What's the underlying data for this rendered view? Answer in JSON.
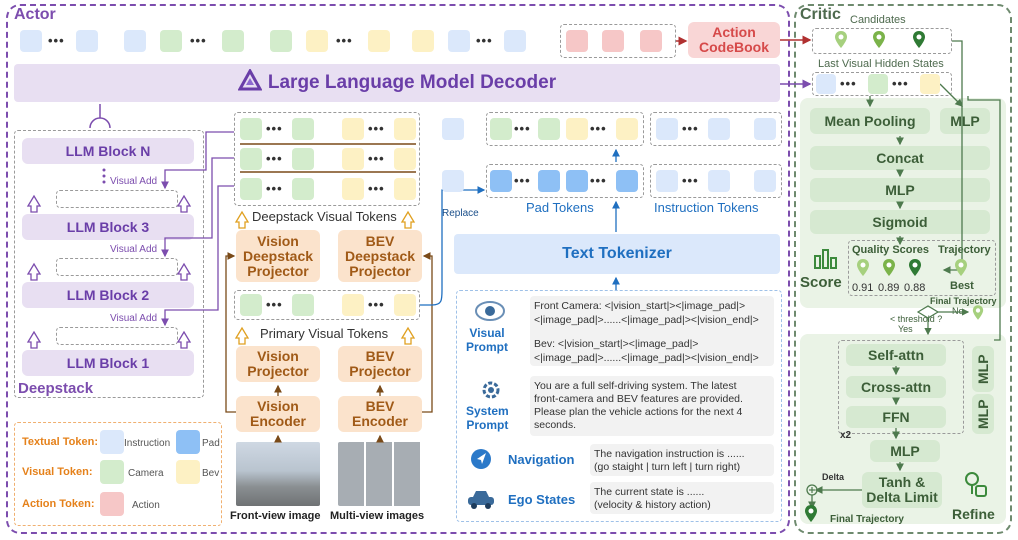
{
  "actor": {
    "title": "Actor",
    "llm_decoder": "Large Language Model Decoder",
    "action_codebook": "Action\nCodeBook"
  },
  "deepstack": {
    "title": "Deepstack",
    "blocks": [
      "LLM Block N",
      "LLM Block 3",
      "LLM Block 2",
      "LLM Block 1"
    ],
    "visual_add": "Visual Add"
  },
  "tokens": {
    "deepstack_visual": "Deepstack Visual Tokens",
    "primary_visual": "Primary Visual Tokens",
    "pad_tokens": "Pad Tokens",
    "instruction_tokens": "Instruction Tokens",
    "replace": "Replace"
  },
  "modules": {
    "vision_deepstack": "Vision\nDeepstack\nProjector",
    "bev_deepstack": "BEV\nDeepstack\nProjector",
    "vision_projector": "Vision\nProjector",
    "bev_projector": "BEV\nProjector",
    "vision_encoder": "Vision\nEncoder",
    "bev_encoder": "BEV\nEncoder",
    "text_tokenizer": "Text Tokenizer"
  },
  "images": {
    "front": "Front-view image",
    "multi": "Multi-view images"
  },
  "legend": {
    "textual": "Textual Token:",
    "visual": "Visual Token:",
    "action": "Action Token:",
    "instruction": "Instruction",
    "pad": "Pad",
    "camera": "Camera",
    "bev": "Bev",
    "action_sub": "Action"
  },
  "prompts": {
    "visual_label": "Visual\nPrompt",
    "visual_lines": [
      "Front   Camera:  <|vision_start|><|image_pad|>",
      "<|image_pad|>......<|image_pad|><|vision_end|>",
      "Bev: <|vision_start|><|image_pad|>",
      "<|image_pad|>......<|image_pad|><|vision_end|>"
    ],
    "system_label": "System\nPrompt",
    "system_lines": [
      "You are a full self-driving system. The latest",
      "front-camera and BEV features are provided.",
      "Please plan the vehicle actions for the next 4",
      "seconds."
    ],
    "navigation_label": "Navigation",
    "navigation_lines": [
      "The navigation instruction is ......",
      "(go staight | turn left | turn right)"
    ],
    "ego_label": "Ego States",
    "ego_lines": [
      "The current state is ......",
      "(velocity & history action)"
    ]
  },
  "critic": {
    "title": "Critic",
    "candidates": "Candidates",
    "last_hidden": "Last Visual Hidden States",
    "mean_pooling": "Mean Pooling",
    "mlp": "MLP",
    "concat": "Concat",
    "sigmoid": "Sigmoid",
    "quality_scores": "Quality Scores",
    "trajectory": "Trajectory",
    "best": "Best",
    "score": "Score",
    "scores": [
      "0.91",
      "0.89",
      "0.88"
    ],
    "final_trajectory": "Final Trajectory",
    "threshold": "< threshold ?",
    "yes": "Yes",
    "no": "No"
  },
  "refine": {
    "title": "Refine",
    "self_attn": "Self-attn",
    "cross_attn": "Cross-attn",
    "ffn": "FFN",
    "mlp": "MLP",
    "x2": "x2",
    "tanh": "Tanh &\nDelta Limit",
    "delta": "Delta",
    "final_trajectory": "Final Trajectory"
  },
  "colors": {
    "purple": "#7c4dae",
    "orange": "#e5811a",
    "blue": "#1f6fc0",
    "green": "#3c5e38"
  }
}
